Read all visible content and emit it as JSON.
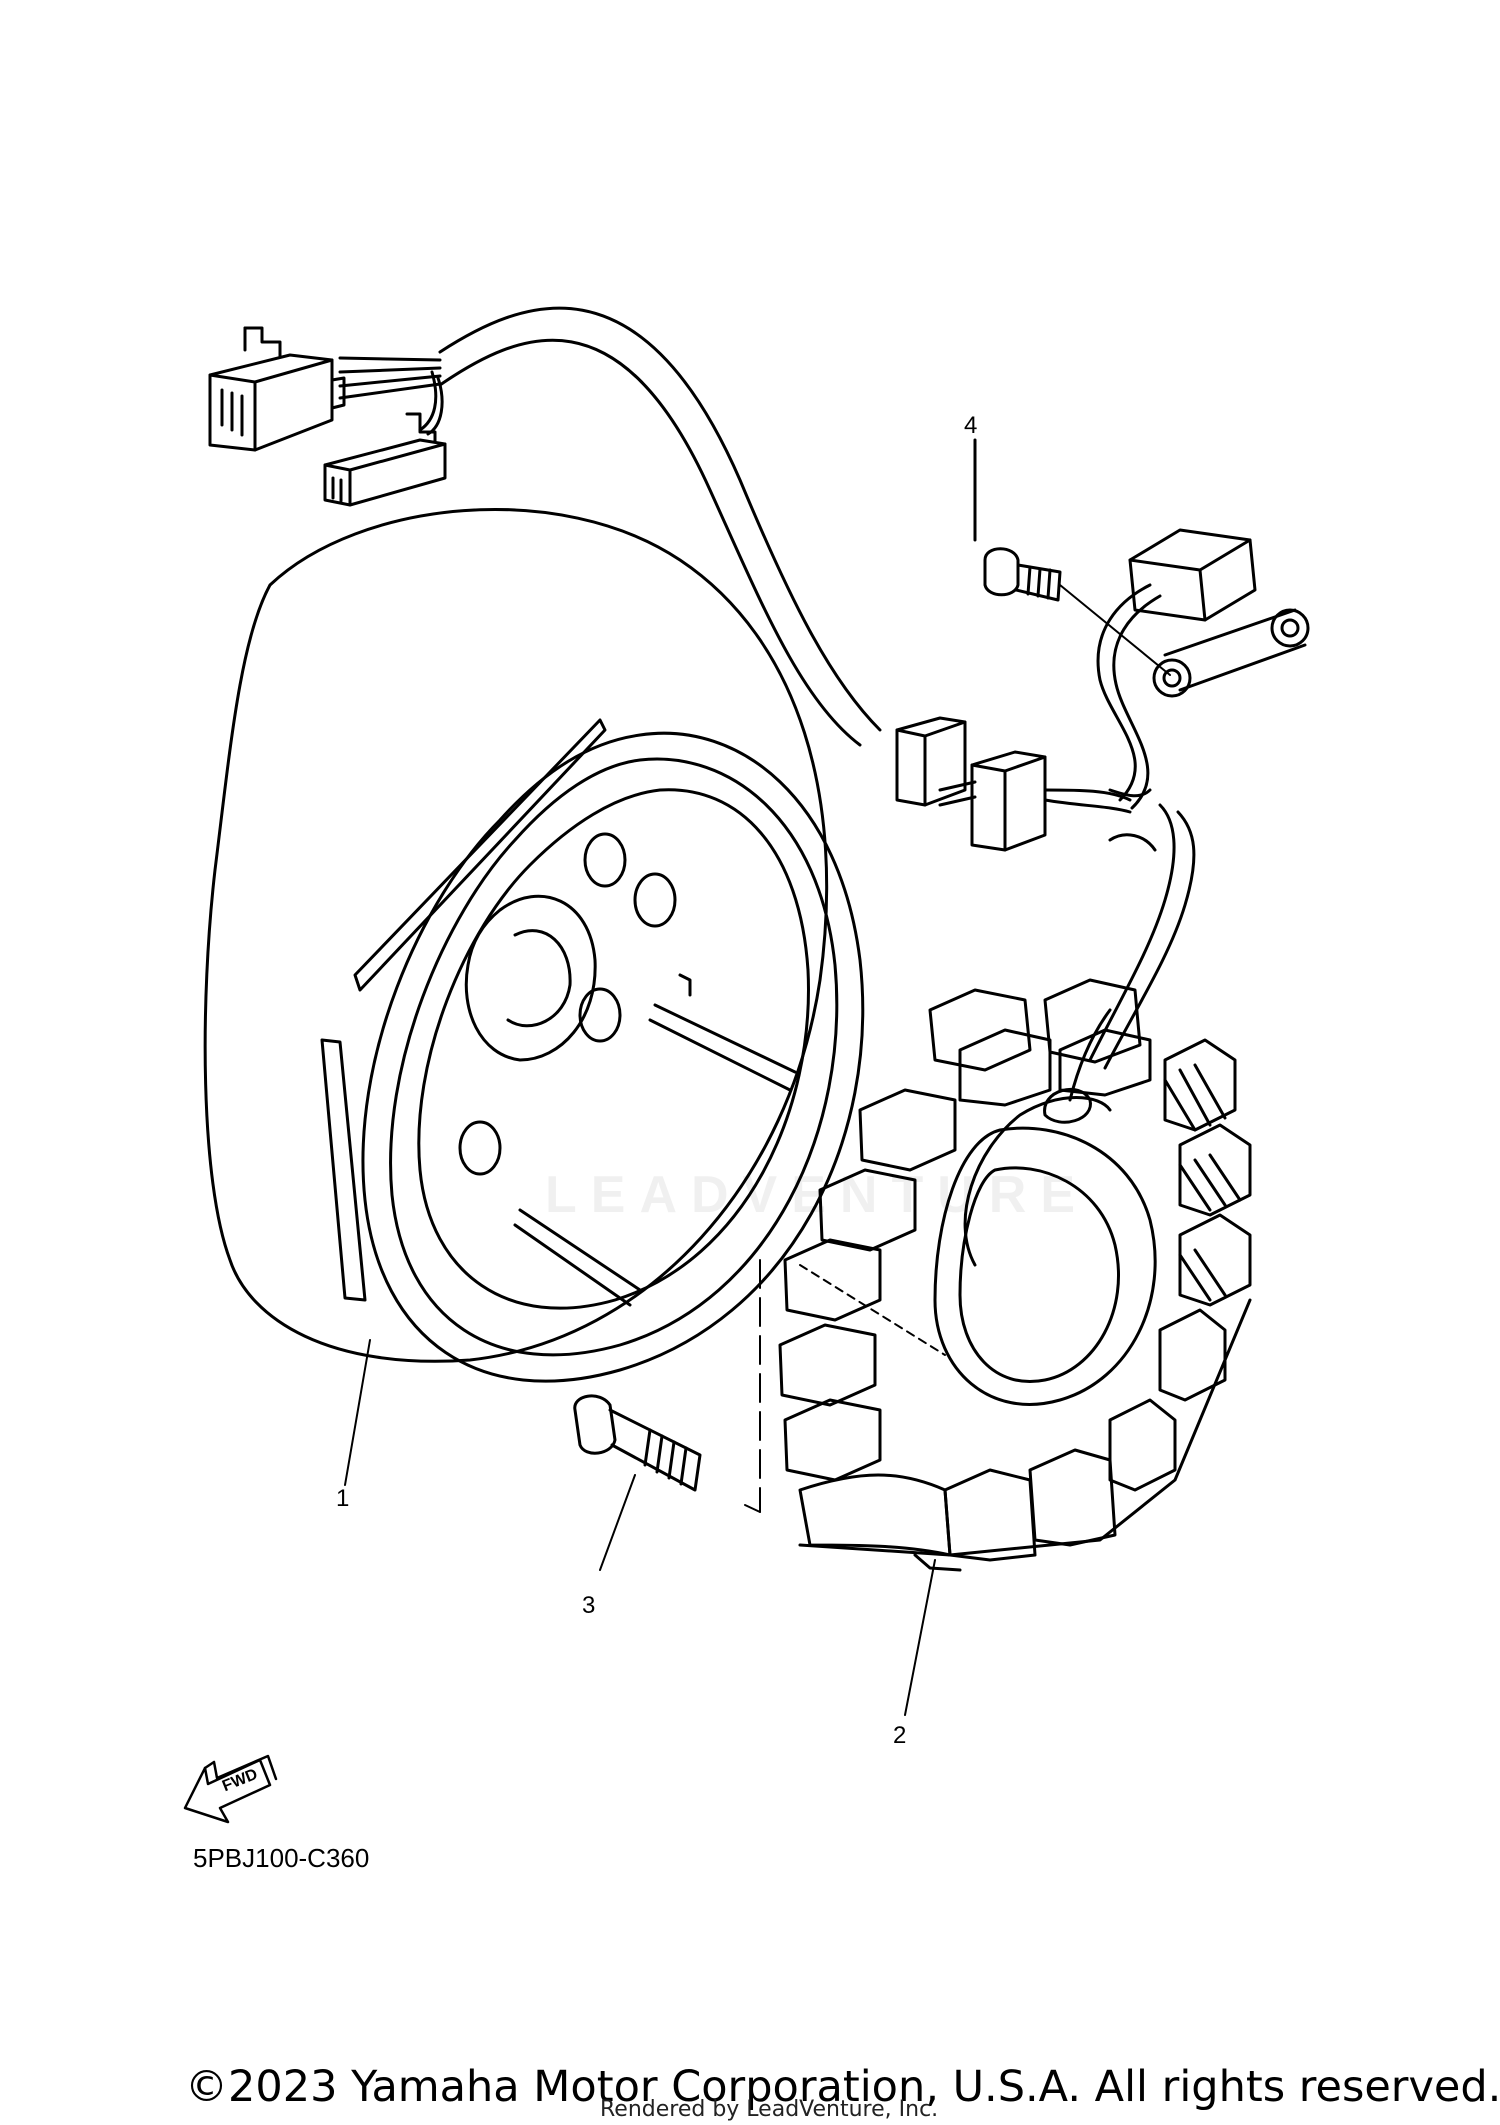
{
  "callouts": {
    "c1": "1",
    "c2": "2",
    "c3": "3",
    "c4": "4"
  },
  "fwd_label": "FWD",
  "diagram_code": "5PBJ100-C360",
  "copyright": "©2023 Yamaha Motor Corporation, U.S.A. All rights reserved.",
  "rendered_by": "Rendered by LeadVenture, Inc.",
  "watermark": "LEADVENTURE",
  "colors": {
    "line": "#000000",
    "background": "#ffffff"
  }
}
